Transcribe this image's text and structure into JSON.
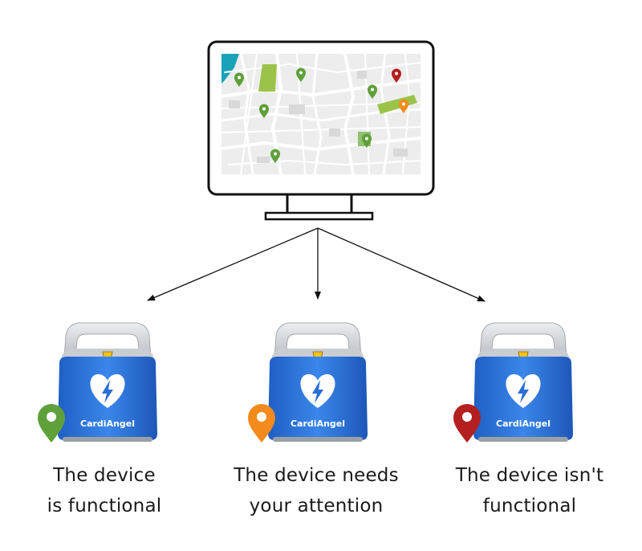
{
  "devices": [
    {
      "brand": "CardiAngel",
      "caption_line1": "The device",
      "caption_line2": "is functional",
      "status": "functional",
      "pin_color": "#5fa03a"
    },
    {
      "brand": "CardiAngel",
      "caption_line1": "The device needs",
      "caption_line2": "your attention",
      "status": "needs-attention",
      "pin_color": "#f28a1c"
    },
    {
      "brand": "CardiAngel",
      "caption_line1": "The device isn't",
      "caption_line2": "functional",
      "status": "not-functional",
      "pin_color": "#b3201f"
    }
  ],
  "map": {
    "pins": [
      {
        "status": "functional",
        "color": "#5fa03a"
      },
      {
        "status": "functional",
        "color": "#5fa03a"
      },
      {
        "status": "functional",
        "color": "#5fa03a"
      },
      {
        "status": "functional",
        "color": "#5fa03a"
      },
      {
        "status": "functional",
        "color": "#5fa03a"
      },
      {
        "status": "functional",
        "color": "#5fa03a"
      },
      {
        "status": "not-functional",
        "color": "#b3201f"
      },
      {
        "status": "needs-attention",
        "color": "#f28a1c"
      }
    ]
  },
  "colors": {
    "device_body": "#2a6fd6",
    "device_handle": "#d5d8dc",
    "map_background": "#ededed",
    "map_water": "#1aa3b8",
    "map_park": "#9bc34a"
  }
}
